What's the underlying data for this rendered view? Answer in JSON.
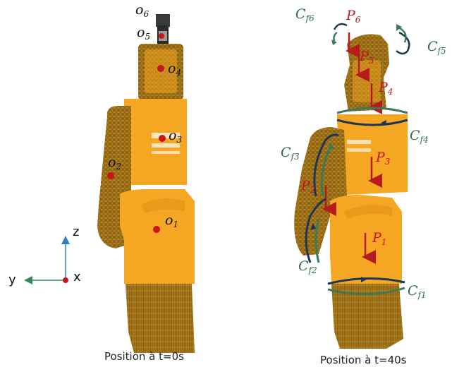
{
  "colors": {
    "body": "#F5A623",
    "body_shade": "#E29313",
    "mesh": "#A87918",
    "mesh_dark": "#7A5510",
    "point": "#C8141B",
    "axis_z": "#2C7FC4",
    "axis_y": "#2E8B57",
    "force": "#B71C1C",
    "torque_green": "#3A7A5A",
    "torque_navy": "#1F3556",
    "label_green": "#2F6B4F",
    "gripper": "#3B3B3B"
  },
  "left_panel": {
    "caption": "Position à t=0s",
    "frame_labels": [
      "o",
      "o",
      "o",
      "o",
      "o",
      "o"
    ],
    "frame_subs": [
      "1",
      "2",
      "3",
      "4",
      "5",
      "6"
    ],
    "axes": {
      "z": "z",
      "y": "y",
      "x": "x"
    }
  },
  "right_panel": {
    "caption": "Position à t=40s",
    "load_labels": [
      "P",
      "P",
      "P",
      "P",
      "P",
      "P"
    ],
    "load_subs": [
      "1",
      "2",
      "3",
      "4",
      "5",
      "6"
    ],
    "torque_labels": [
      "C",
      "C",
      "C",
      "C",
      "C",
      "C"
    ],
    "torque_subs": [
      "f1",
      "f2",
      "f3",
      "f4",
      "f5",
      "f6"
    ]
  }
}
